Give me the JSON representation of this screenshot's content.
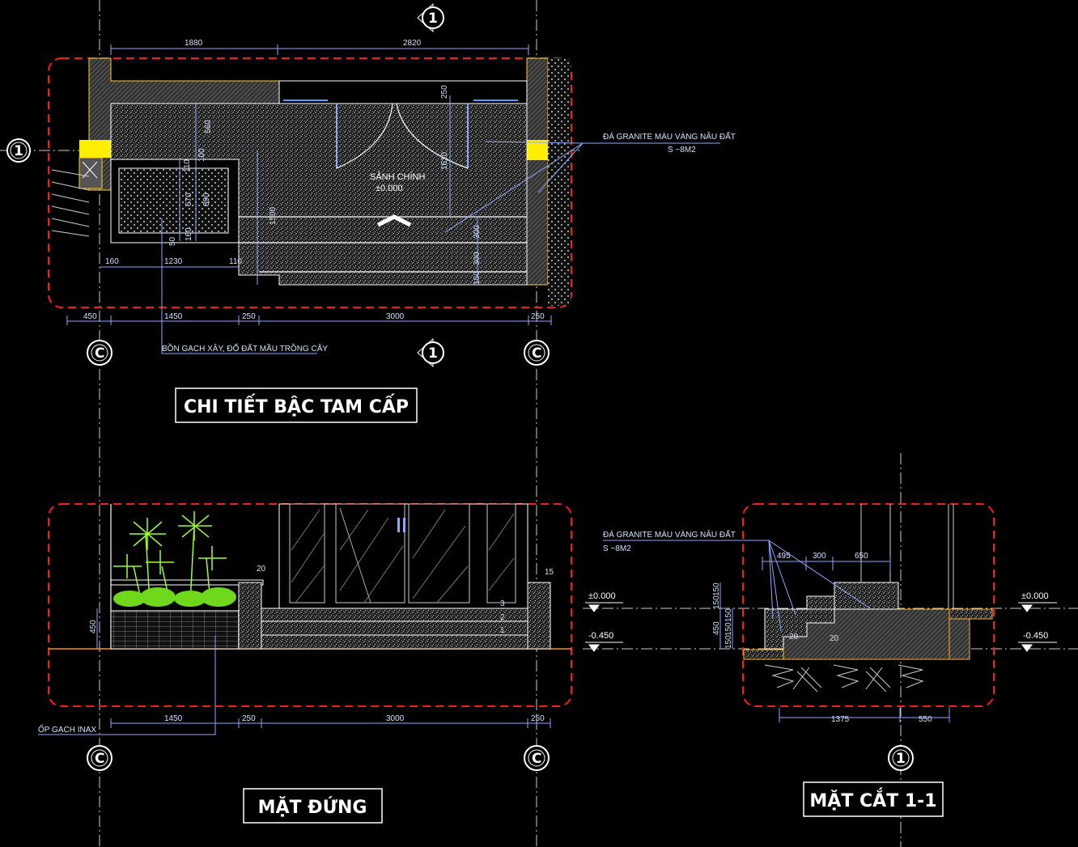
{
  "colors": {
    "background": "#000000",
    "boundary": "#ff1a1a",
    "dimension": "#8fa8ff",
    "wall_highlight": "#ffee00",
    "plants": "#9dff2a",
    "outline": "#ffffff"
  },
  "titles": {
    "plan": "CHI TIẾT BẬC TAM CẤP",
    "elevation": "MẶT ĐỨNG",
    "section": "MẶT CẮT 1-1"
  },
  "markers": {
    "axis_1": "1",
    "axis_c": "C"
  },
  "plan": {
    "room_name": "SẢNH CHÍNH",
    "room_level": "±0.000",
    "top_dims": [
      "1880",
      "2820"
    ],
    "bottom_dims": [
      "450",
      "1450",
      "250",
      "3000",
      "250"
    ],
    "planter_dims": [
      "160",
      "1230",
      "110"
    ],
    "vertical_dims": [
      "560",
      "100",
      "110",
      "670",
      "890",
      "160",
      "50",
      "1500",
      "250",
      "1610",
      "300",
      "300",
      "150"
    ],
    "material_note": "ĐÁ GRANITE MÀU VÀNG NÂU ĐẤT",
    "material_area": "S ~8M2",
    "planter_note": "BỒN GẠCH XÂY, ĐỔ ĐẤT MẦU TRỒNG CÂY"
  },
  "elevation": {
    "bottom_dims": [
      "1450",
      "250",
      "3000",
      "250"
    ],
    "height_dim": "450",
    "cap_dims": [
      "20",
      "15"
    ],
    "step_numbers": [
      "3",
      "2",
      "1"
    ],
    "tile_note": "ỐP GẠCH INAX",
    "levels": [
      "±0.000",
      "-0.450"
    ]
  },
  "section": {
    "material_note": "ĐÁ GRANITE MÀU VÀNG NÂU ĐẤT",
    "material_area": "S ~8M2",
    "top_dims": [
      "495",
      "300",
      "650"
    ],
    "bottom_dims": [
      "1375",
      "550"
    ],
    "left_dims": [
      "150",
      "150",
      "450",
      "150",
      "150",
      "150"
    ],
    "inner_dims": [
      "20",
      "20"
    ],
    "levels": [
      "±0.000",
      "-0.450"
    ]
  }
}
